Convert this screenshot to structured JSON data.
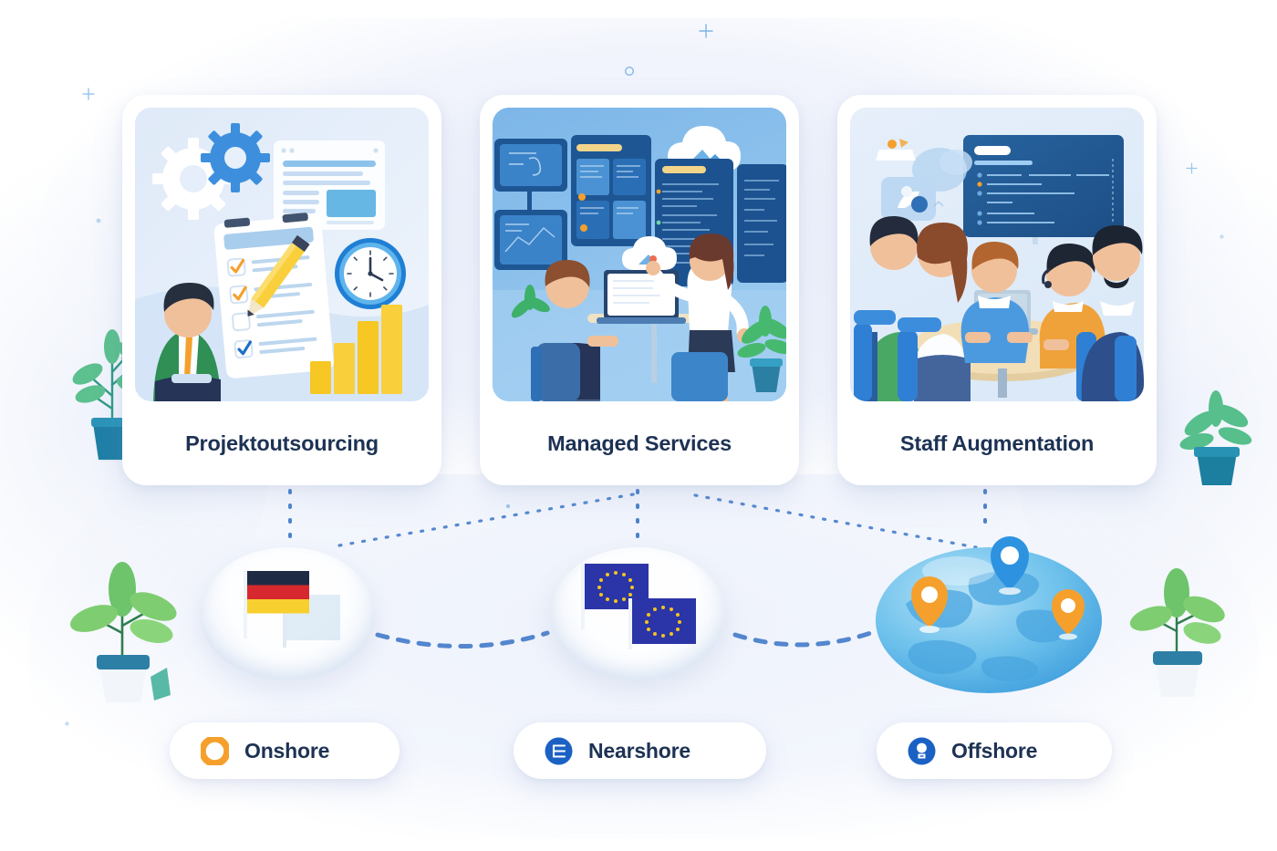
{
  "theme": {
    "background": "#ffffff",
    "card_background": "#ffffff",
    "title_color": "#1d3254",
    "accent_blue": "#1b61c4",
    "accent_orange": "#f5a02c",
    "connector_blue": "#2f6ec4",
    "soft_blue_blob": "#eef2fb"
  },
  "services": {
    "cards": [
      {
        "id": "projektoutsourcing",
        "title": "Projektoutsourcing",
        "art_name": "project-outsourcing-illustration",
        "art_elements": [
          "gears",
          "document-window",
          "checklist-clipboard",
          "pencil",
          "wall-clock",
          "bar-chart",
          "businessman-green-suit"
        ]
      },
      {
        "id": "managed-services",
        "title": "Managed Services",
        "art_name": "managed-services-illustration",
        "art_elements": [
          "dashboard-screens",
          "cloud-icon",
          "seated-developer-laptop",
          "standing-presenter",
          "potted-plant"
        ]
      },
      {
        "id": "staff-augmentation",
        "title": "Staff Augmentation",
        "art_name": "staff-augmentation-illustration",
        "art_elements": [
          "wall-display-code",
          "round-table",
          "laptop",
          "five-team-members",
          "cloud-icon"
        ]
      }
    ]
  },
  "locations": {
    "nodes": [
      {
        "id": "onshore",
        "icon_name": "german-flag-icon",
        "description": "German flag on pole with pale secondary flag",
        "flag_colors": [
          "#1f2a44",
          "#d7282f",
          "#f7cf2e"
        ]
      },
      {
        "id": "nearshore",
        "icon_name": "eu-flags-icon",
        "description": "Two European Union flags with gold star circles",
        "flag_colors": [
          "#2b35a8",
          "#f3c41f"
        ]
      },
      {
        "id": "offshore",
        "icon_name": "globe-with-map-pins-icon",
        "description": "Blue globe with three location pins",
        "pin_colors": [
          "#f5a02c",
          "#2d93e0",
          "#f5a02c"
        ]
      }
    ],
    "pills": [
      {
        "id": "onshore",
        "label": "Onshore",
        "icon_name": "ring-marker-icon",
        "icon_color": "#f5a02c"
      },
      {
        "id": "nearshore",
        "label": "Nearshore",
        "icon_name": "list-badge-icon",
        "icon_color": "#1b61c4"
      },
      {
        "id": "offshore",
        "label": "Offshore",
        "icon_name": "person-badge-icon",
        "icon_color": "#1b61c4"
      }
    ]
  },
  "connectors": {
    "style": "dotted",
    "color": "#2f6ec4",
    "description": "Dotted verticals drop from each service card; diagonal dotted lines cross-link cards to location nodes; dashed curves connect the three location circles left to right."
  },
  "decor": {
    "plants": [
      {
        "id": "plant-top-left",
        "name": "potted-plant-teal"
      },
      {
        "id": "plant-top-right",
        "name": "potted-plant-teal"
      },
      {
        "id": "plant-bottom-left",
        "name": "potted-plant-green"
      },
      {
        "id": "plant-bottom-right",
        "name": "potted-plant-green"
      }
    ],
    "sparkles": [
      "plus-sparkle",
      "circle-sparkle",
      "dot-sparkle"
    ]
  }
}
